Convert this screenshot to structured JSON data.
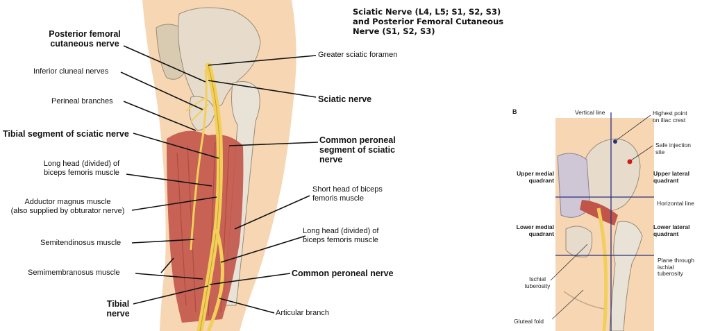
{
  "title_lines": [
    "Sciatic Nerve (L4, L5; S1, S2, S3)",
    "and Posterior Femoral Cutaneous",
    "Nerve (S1, S2, S3)"
  ],
  "left_labels": {
    "posterior_femoral": [
      "Posterior femoral",
      "cutaneous nerve"
    ],
    "inferior_cluneal": "Inferior cluneal nerves",
    "perineal": "Perineal branches",
    "tibial_segment": "Tibial segment of sciatic nerve",
    "long_head_left": [
      "Long head (divided) of",
      "biceps femoris muscle"
    ],
    "adductor": [
      "Adductor magnus muscle",
      "(also supplied by obturator nerve)"
    ],
    "semitendinosus": "Semitendinosus muscle",
    "semimembranosus": "Semimembranosus muscle",
    "tibial_nerve": [
      "Tibial",
      "nerve"
    ]
  },
  "right_labels": {
    "greater_sciatic": "Greater sciatic foramen",
    "sciatic_nerve": "Sciatic nerve",
    "common_peroneal_segment": [
      "Common peroneal",
      "segment of sciatic",
      "nerve"
    ],
    "short_head": [
      "Short head of biceps",
      "femoris muscle"
    ],
    "long_head_right": [
      "Long head (divided) of",
      "biceps femoris muscle"
    ],
    "common_peroneal_nerve": "Common peroneal nerve",
    "articular": "Articular branch"
  },
  "panel_b": {
    "letter": "B",
    "vertical_line": "Vertical line",
    "highest_point": [
      "Highest point",
      "on iliac crest"
    ],
    "safe_site": [
      "Safe injection",
      "site"
    ],
    "upper_medial": [
      "Upper medial",
      "quadrant"
    ],
    "upper_lateral": [
      "Upper lateral",
      "quadrant"
    ],
    "horizontal_line": "Horizontal line",
    "lower_medial": [
      "Lower medial",
      "quadrant"
    ],
    "lower_lateral": [
      "Lower lateral",
      "quadrant"
    ],
    "plane": [
      "Plane through",
      "ischial",
      "tuberosity"
    ],
    "ischial": [
      "Ischial",
      "tuberosity"
    ],
    "gluteal_fold": "Gluteal fold"
  },
  "colors": {
    "skin": "#f6d6b3",
    "muscle": "#c2554a",
    "bone": "#e7dccb",
    "nerve": "#f2cf5b",
    "marker": "#d11a1a",
    "guide": "#2b2f7a"
  }
}
